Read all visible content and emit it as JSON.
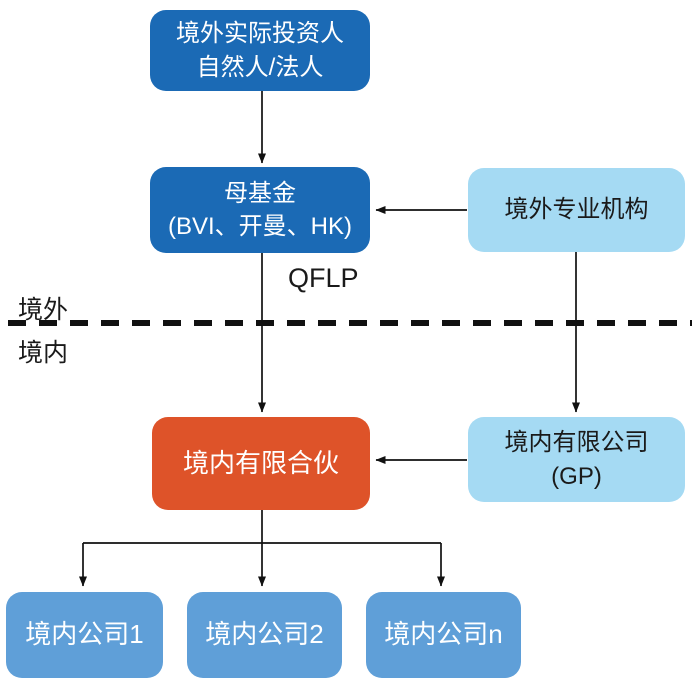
{
  "palette": {
    "dark_blue": "#1B6AB5",
    "light_blue": "#A5DAF3",
    "medium_blue": "#5F9FD8",
    "orange": "#DE5329",
    "line_color": "#1a1a1a"
  },
  "nodes": {
    "overseas_investor": {
      "lines": [
        "境外实际投资人",
        "自然人/法人"
      ]
    },
    "parent_fund": {
      "lines": [
        "母基金",
        "(BVI、开曼、HK)"
      ]
    },
    "overseas_professional": {
      "label": "境外专业机构"
    },
    "domestic_lp": {
      "label": "境内有限合伙"
    },
    "domestic_gp": {
      "lines": [
        "境内有限公司",
        "(GP)"
      ]
    },
    "domestic_company_1": {
      "label": "境内公司1"
    },
    "domestic_company_2": {
      "label": "境内公司2"
    },
    "domestic_company_n": {
      "label": "境内公司n"
    }
  },
  "labels": {
    "qflp": "QFLP",
    "offshore": "境外",
    "onshore": "境内"
  }
}
